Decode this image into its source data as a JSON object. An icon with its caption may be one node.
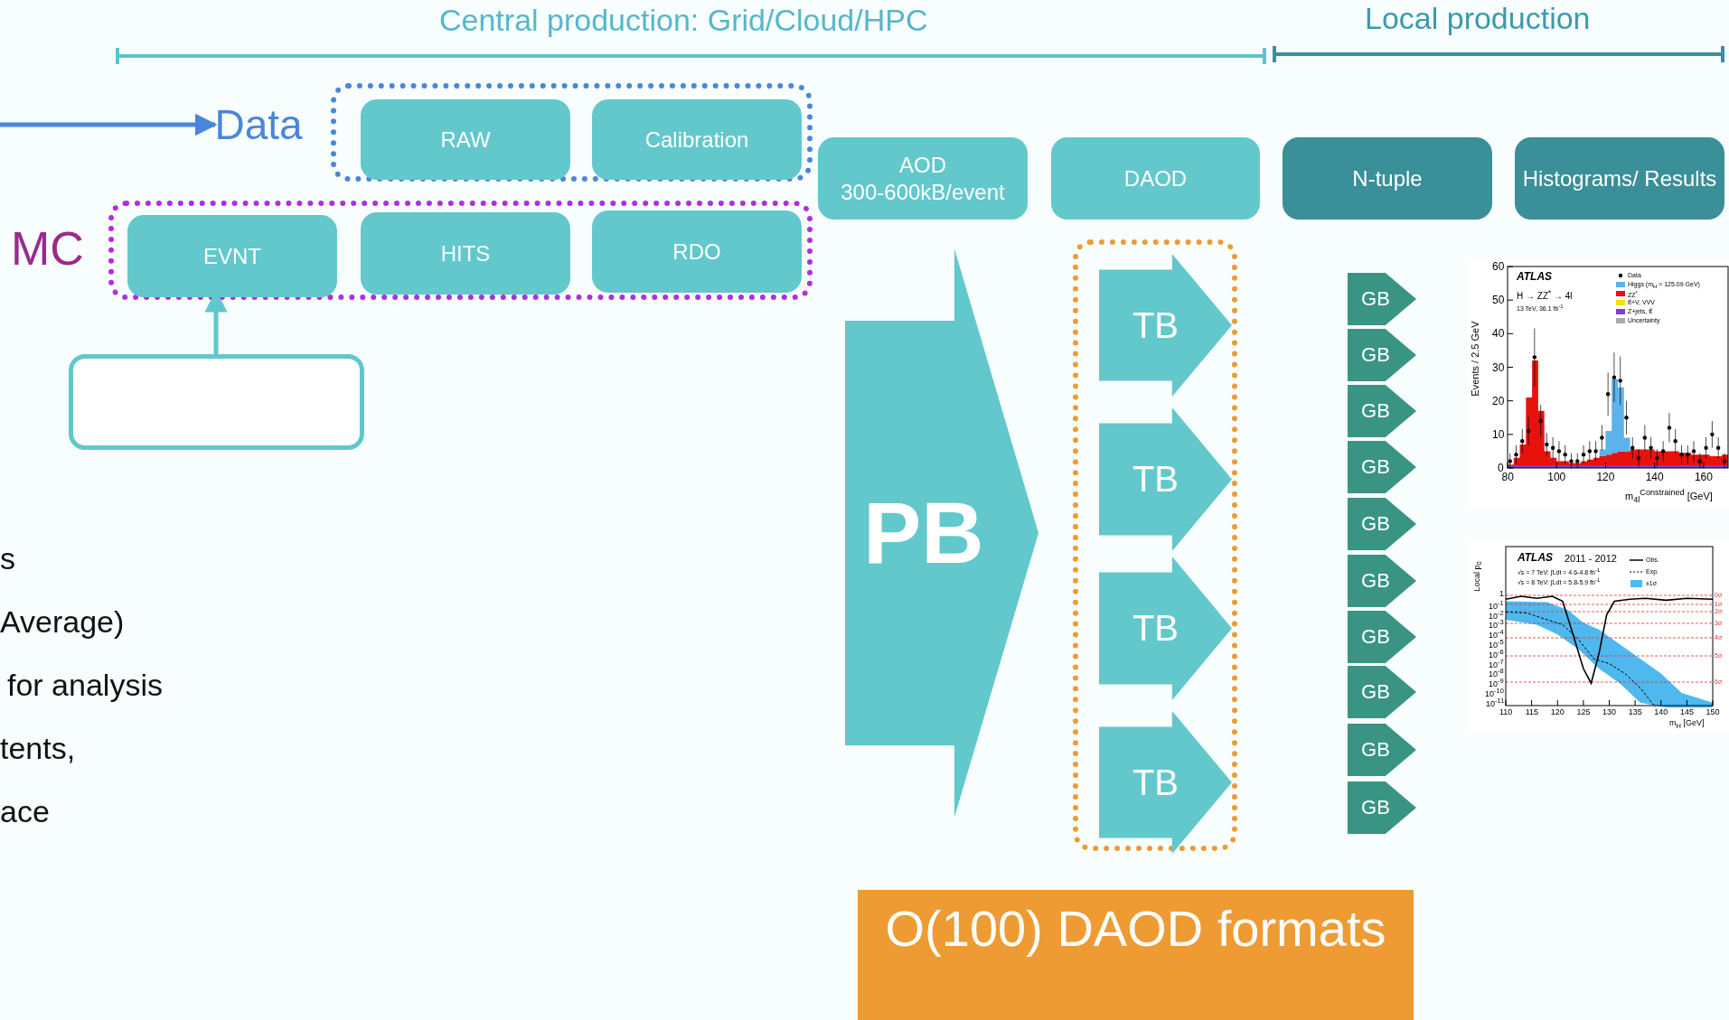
{
  "diagram": {
    "nodes": [
      {
        "text": [
          "Data"
        ]
      },
      {
        "text": [],
        "shape": "box"
      },
      {
        "text": [
          "RAW"
        ],
        "in": 1
      },
      {
        "text": [
          "Calibration"
        ],
        "in": 1
      },
      {
        "text": [
          "AOD",
          "300-600kB/event"
        ]
      },
      {
        "text": [
          "DAOD"
        ]
      },
      {
        "text": [
          "N-tuple"
        ]
      },
      {
        "text": [
          "Histograms/ Results"
        ]
      },
      {
        "text": [],
        "shape": "box"
      },
      {
        "text": [
          "EVNT"
        ],
        "in": 8
      },
      {
        "text": [
          "HITS"
        ],
        "in": 8
      },
      {
        "text": [
          "RDO"
        ],
        "in": 8
      },
      {
        "text": [],
        "shape": "box"
      },
      {
        "text": [
          "PB"
        ]
      },
      {
        "text": [],
        "shape": "box"
      },
      {
        "text": [
          "TB"
        ],
        "in": 14
      },
      {
        "text": [
          "TB"
        ],
        "in": 14
      },
      {
        "text": [
          "TB"
        ],
        "in": 14
      },
      {
        "text": [
          "TB"
        ],
        "in": 14
      },
      {
        "text": [
          "GB"
        ]
      },
      {
        "text": [
          "GB"
        ]
      },
      {
        "text": [
          "GB"
        ]
      },
      {
        "text": [
          "GB"
        ]
      },
      {
        "text": [
          "GB"
        ]
      },
      {
        "text": [
          "GB"
        ]
      },
      {
        "text": [
          "GB"
        ]
      },
      {
        "text": [
          "GB"
        ]
      },
      {
        "text": [
          "GB"
        ]
      },
      {
        "text": [
          "GB"
        ]
      },
      {
        "text": [
          "O(100) DAOD formats"
        ]
      }
    ],
    "edges": [
      {
        "from": null,
        "to": 0,
        "arrow": "to",
        "color": "#4a86d9"
      },
      {
        "from": 12,
        "to": 9,
        "arrow": "to",
        "color": "#5fc8cc"
      }
    ],
    "labels": [
      "Central production: Grid/Cloud/HPC",
      "Local production",
      "MC",
      "s",
      "Average)",
      "for analysis",
      "tents,",
      "ace",
      "60",
      "50",
      "40",
      "30",
      "20",
      "10",
      "0",
      "80",
      "100",
      "120",
      "140",
      "160",
      "Events / 2.5 GeV",
      "ATLAS",
      "H → ZZ$^{*}$ → 4l",
      "13 TeV, 36.1 fb$^{-1}$",
      "Data",
      "Higgs (m$_{H}$ = 125.09 GeV)",
      "ZZ$^{*}$",
      "tt̄+V, VVV",
      "Z+jets, tt̄",
      "Uncertainty",
      "m$_{4l}$$^{Constrained}$ [GeV]",
      "Local p$_{0}$",
      "ATLAS",
      "2011 - 2012",
      "√s = 7 TeV: ∫Ldt = 4.6-4.8 fb$^{-1}$",
      "√s = 8 TeV: ∫Ldt = 5.8-5.9 fb$^{-1}$",
      "Obs.",
      "Exp.",
      "±1σ",
      "1",
      "10$^{-1}$",
      "10$^{-2}$",
      "10$^{-3}$",
      "10$^{-4}$",
      "10$^{-5}$",
      "10$^{-6}$",
      "10$^{-7}$",
      "10$^{-8}$",
      "10$^{-9}$",
      "10$^{-10}$",
      "10$^{-11}$",
      "0σ",
      "1σ",
      "2σ",
      "3σ",
      "4σ",
      "5σ",
      "6σ",
      "110",
      "115",
      "120",
      "125",
      "130",
      "135",
      "140",
      "145",
      "150",
      "m$_{H}$ [GeV]"
    ]
  }
}
